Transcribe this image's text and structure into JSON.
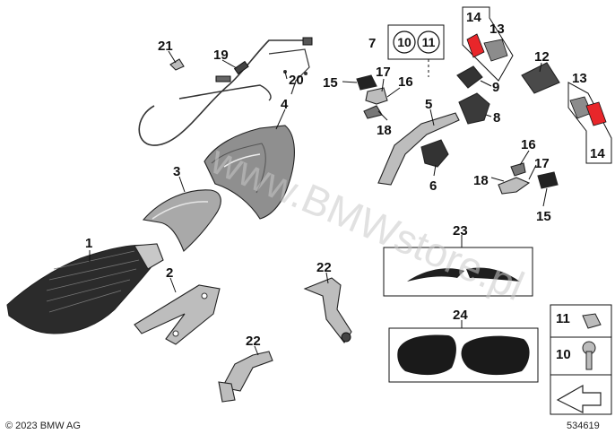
{
  "callouts": {
    "c1": "1",
    "c2": "2",
    "c3": "3",
    "c4": "4",
    "c5": "5",
    "c6": "6",
    "c7": "7",
    "c8": "8",
    "c9": "9",
    "c10": "10",
    "c11": "11",
    "c12": "12",
    "c13": "13",
    "c13b": "13",
    "c14": "14",
    "c14b": "14",
    "c15": "15",
    "c15b": "15",
    "c16": "16",
    "c16b": "16",
    "c17": "17",
    "c17b": "17",
    "c18": "18",
    "c18b": "18",
    "c19": "19",
    "c20": "20",
    "c21": "21",
    "c22": "22",
    "c22b": "22",
    "c23": "23",
    "c24": "24"
  },
  "group_7": {
    "circle_a": "10",
    "circle_b": "11"
  },
  "legend": {
    "item_11": "11",
    "item_10": "10"
  },
  "watermark": "www.BMWstore.pl",
  "footer": {
    "copyright": "© 2023 BMW AG",
    "diagram_number": "534619"
  },
  "colors": {
    "highlight": "#e8262a",
    "part_fill": "#b9b9b9",
    "seat_fill": "#2b2b2b"
  }
}
